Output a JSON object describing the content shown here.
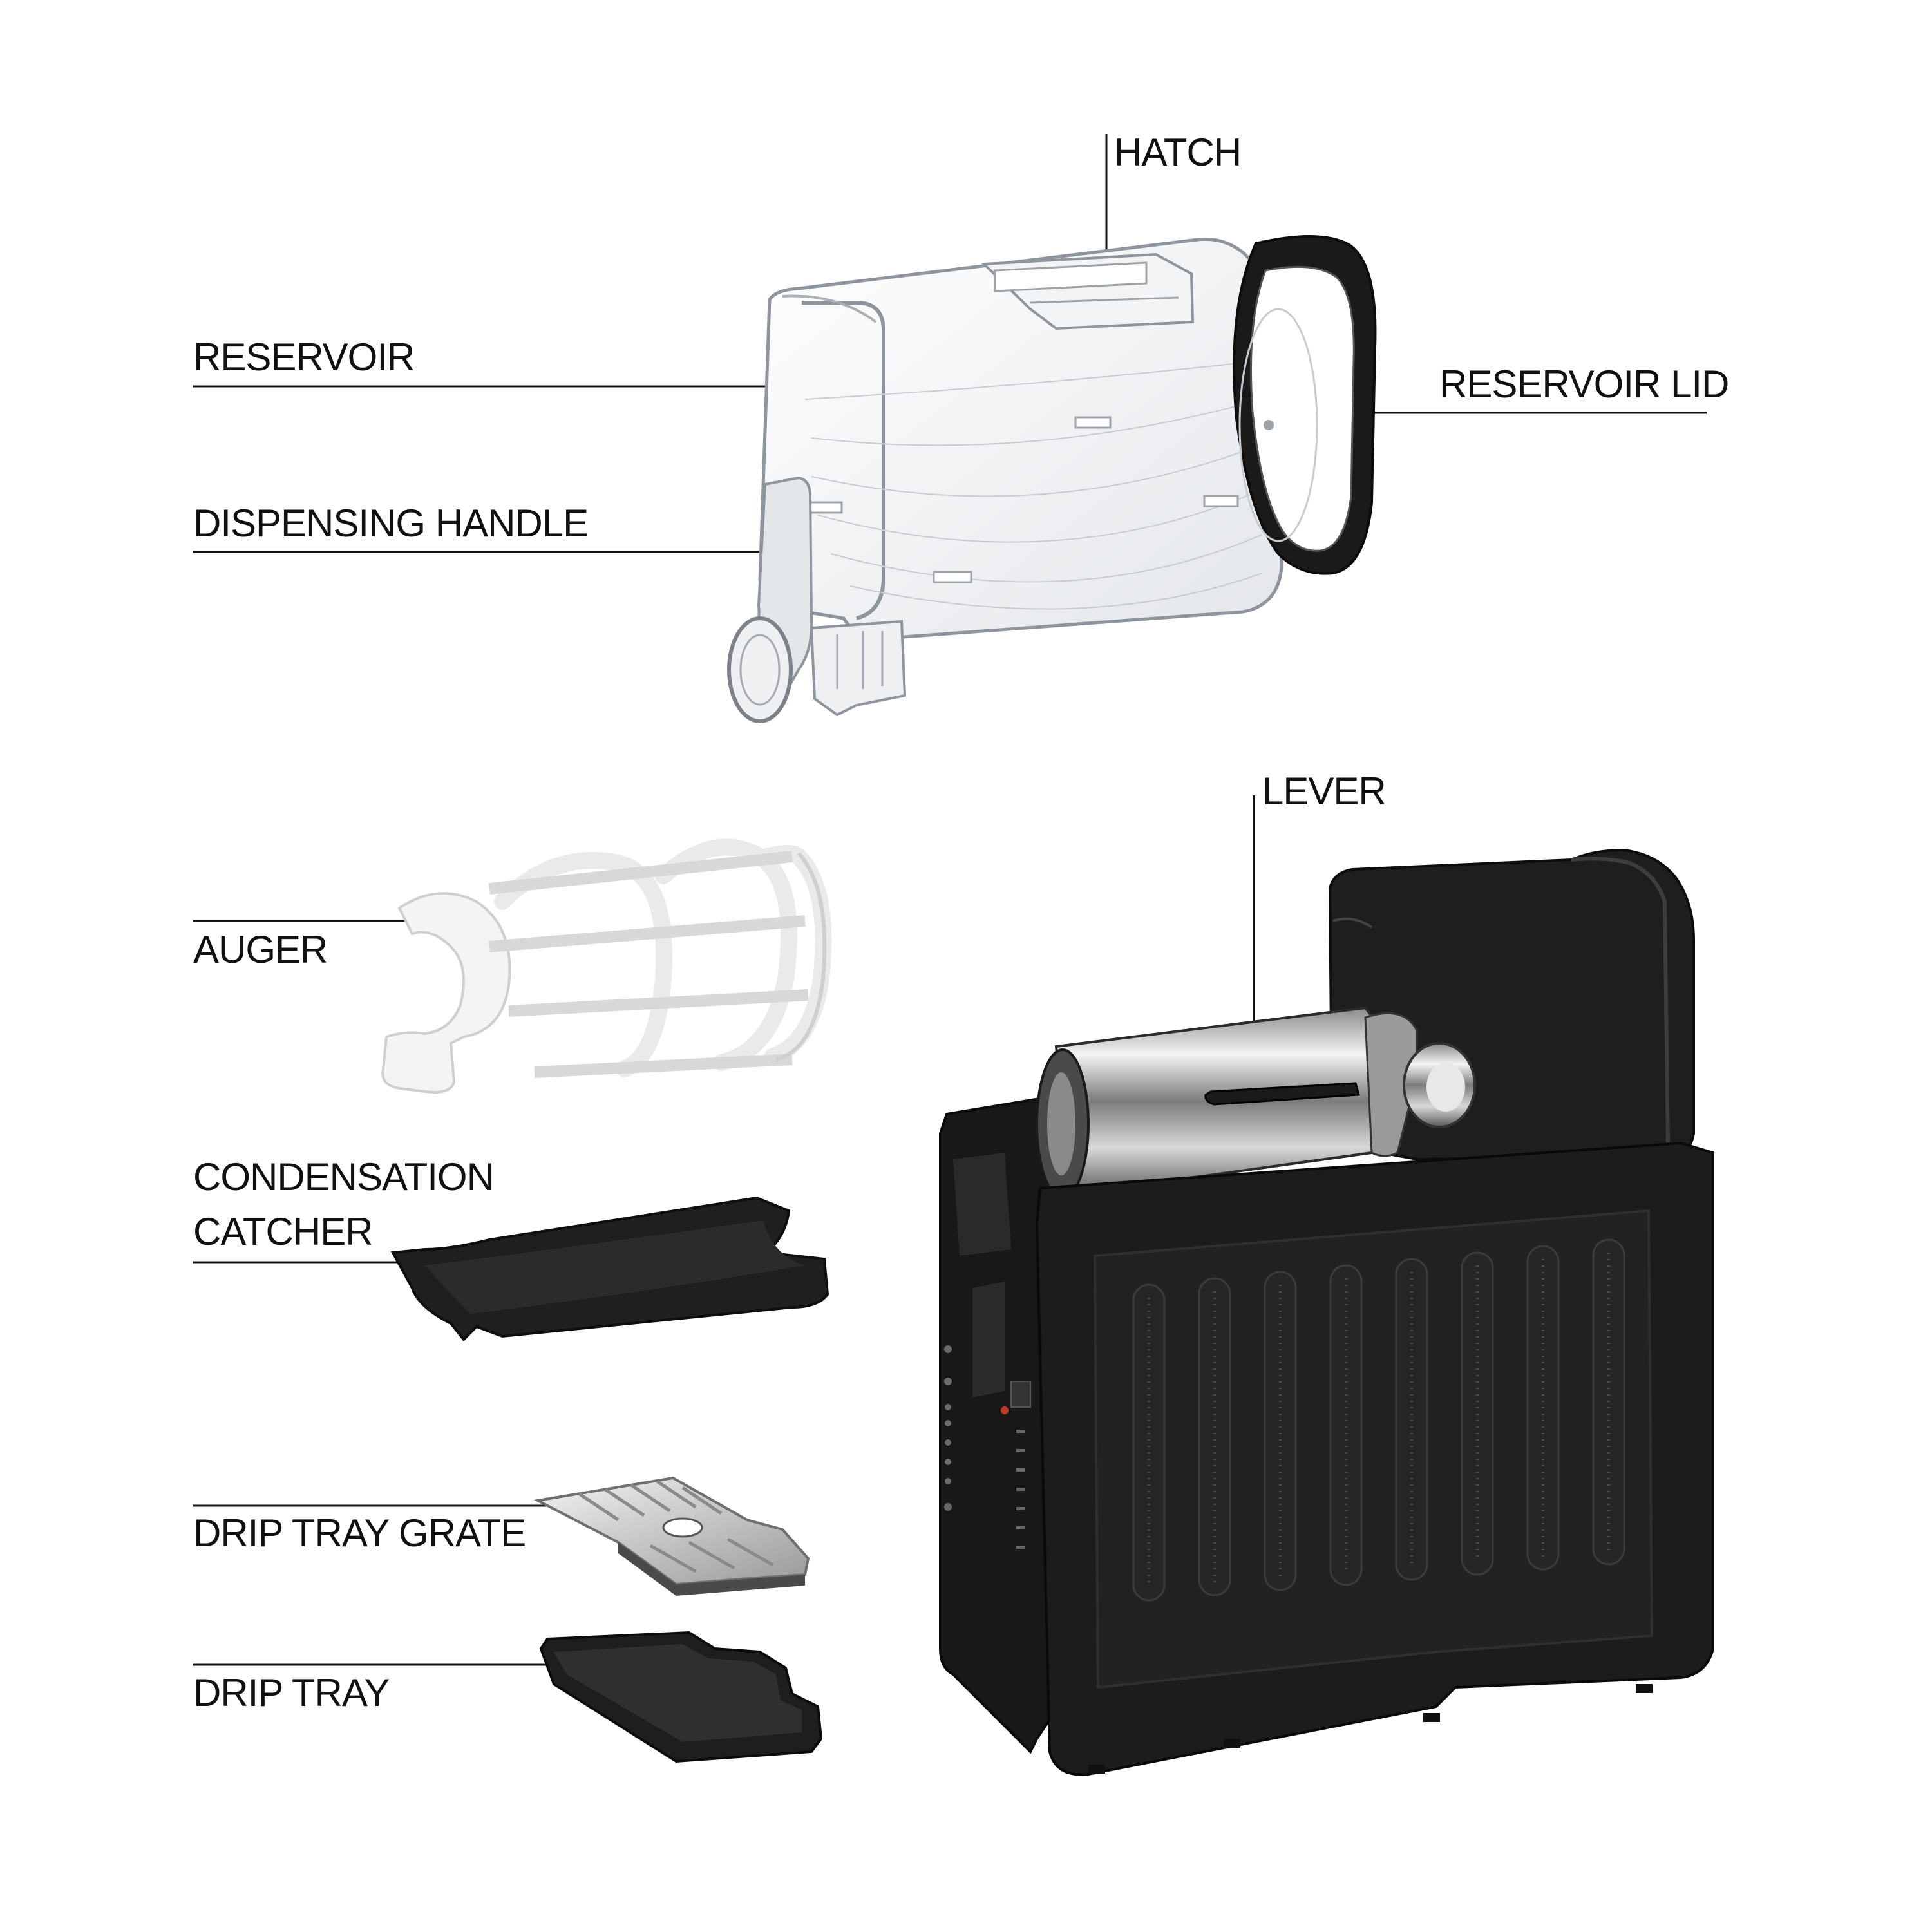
{
  "labels": {
    "hatch": "HATCH",
    "reservoir": "RESERVOIR",
    "reservoir_lid": "RESERVOIR LID",
    "dispensing_handle": "DISPENSING HANDLE",
    "lever": "LEVER",
    "auger": "AUGER",
    "condensation_catcher_line1": "CONDENSATION",
    "condensation_catcher_line2": "CATCHER",
    "drip_tray_grate": "DRIP TRAY GRATE",
    "drip_tray": "DRIP TRAY"
  },
  "colors": {
    "ink": "#111111",
    "body": "#1d1d1d",
    "steel": "#bdbdbd",
    "clear": "#eef0f2",
    "white_part": "#f4f4f4"
  }
}
